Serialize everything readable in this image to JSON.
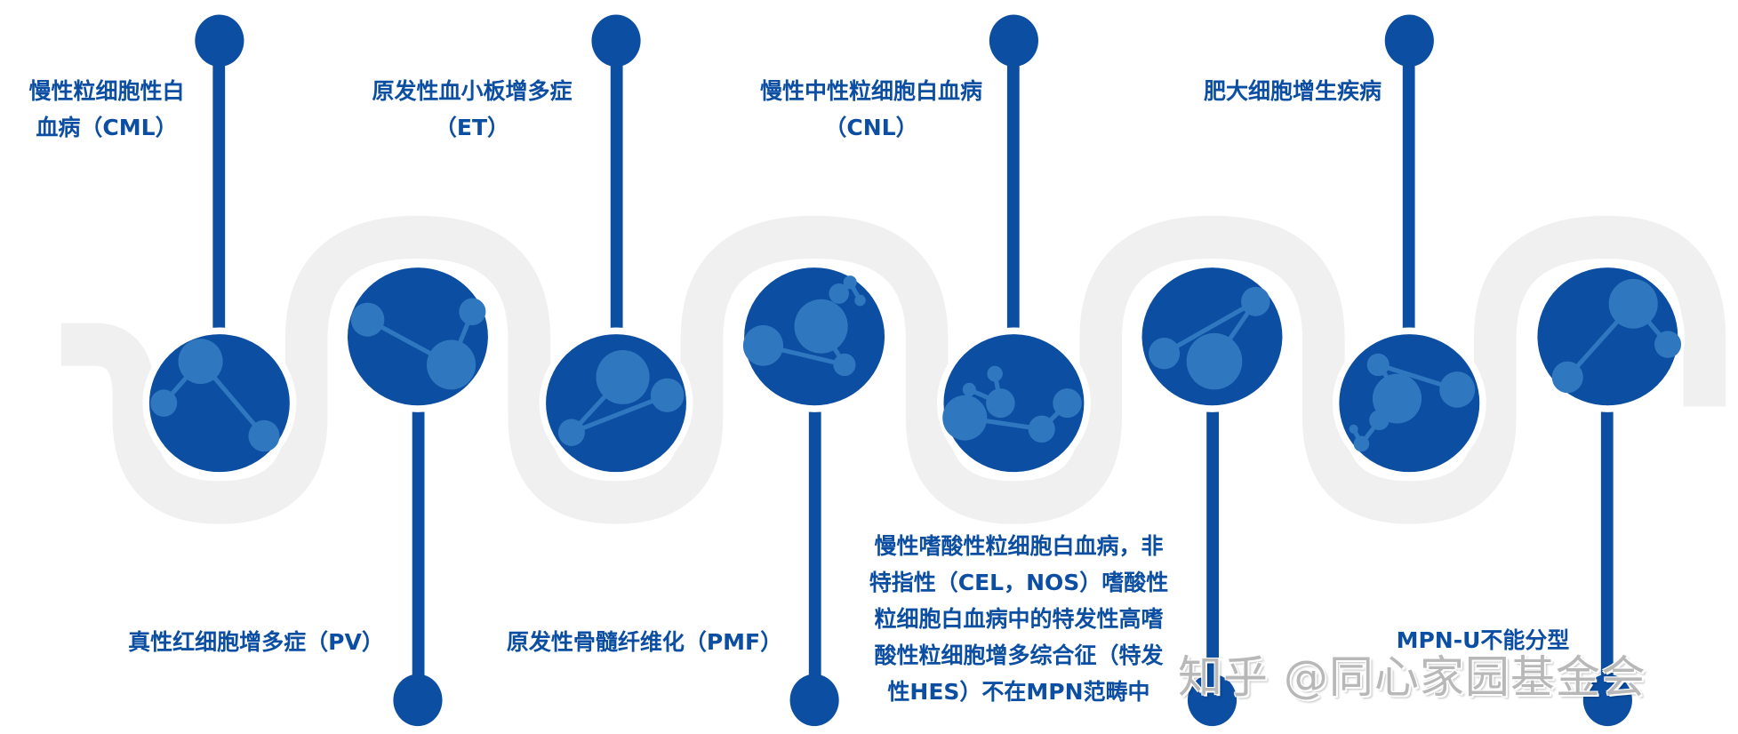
{
  "colors": {
    "primary": "#0b4ea2",
    "molecule": "#2f78c0",
    "track": "#f0f0f0",
    "watermark": "#b8b8b8"
  },
  "diagram": {
    "type": "timeline-serpentine",
    "nodes": [
      {
        "id": "cml",
        "position": "top",
        "lines": [
          "慢性粒细胞性白",
          "血病（CML）"
        ]
      },
      {
        "id": "pv",
        "position": "bottom",
        "lines": [
          "真性红细胞增多症（PV）"
        ]
      },
      {
        "id": "et",
        "position": "top",
        "lines": [
          "原发性血小板增多症",
          "（ET）"
        ]
      },
      {
        "id": "pmf",
        "position": "bottom",
        "lines": [
          "原发性骨髓纤维化（PMF）"
        ]
      },
      {
        "id": "cnl",
        "position": "top",
        "lines": [
          "慢性中性粒细胞白血病",
          "（CNL）"
        ]
      },
      {
        "id": "cel",
        "position": "bottom",
        "lines": [
          "慢性嗜酸性粒细胞白血病，非",
          "特指性（CEL，NOS）嗜酸性",
          "粒细胞白血病中的特发性高嗜",
          "酸性粒细胞增多综合征（特发",
          "性HES）不在MPN范畴中"
        ]
      },
      {
        "id": "mastocytosis",
        "position": "top",
        "lines": [
          "肥大细胞增生疾病"
        ]
      },
      {
        "id": "mpn-u",
        "position": "bottom",
        "lines": [
          "MPN-U不能分型"
        ]
      }
    ]
  },
  "watermark": "知乎 @同心家园基金会"
}
